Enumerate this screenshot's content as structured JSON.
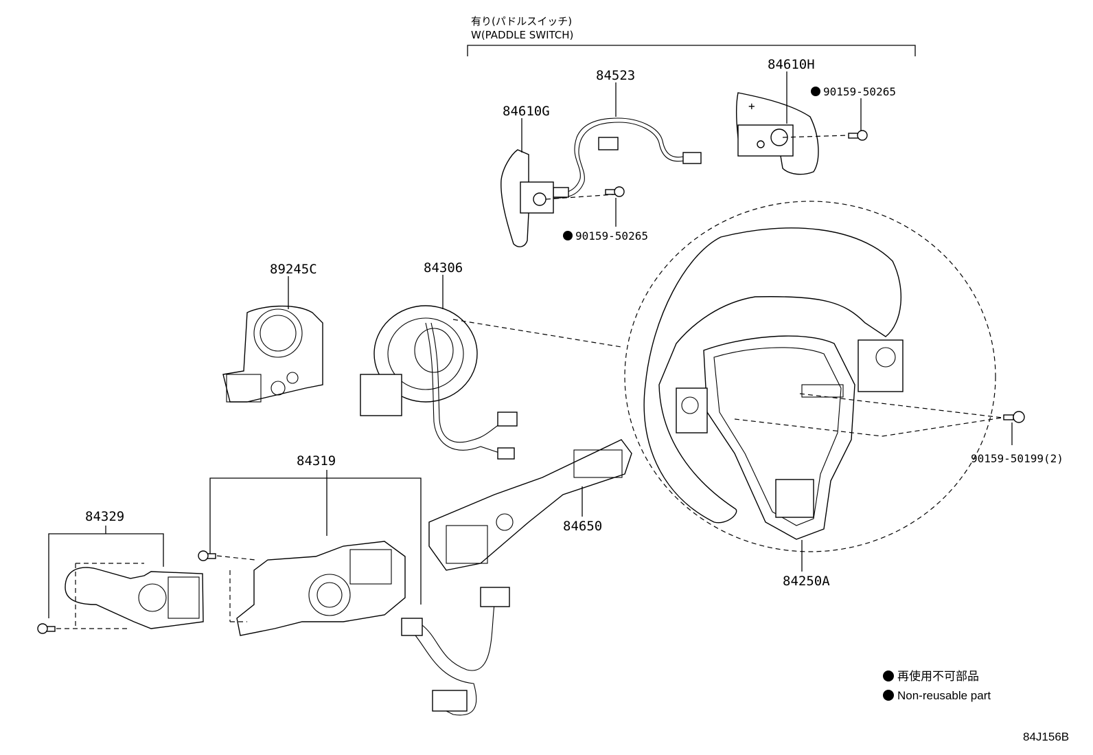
{
  "header": {
    "jp": "有り(パドルスイッチ)",
    "en": "W(PADDLE SWITCH)"
  },
  "parts": {
    "p84523": "84523",
    "p84610H": "84610H",
    "p84610G": "84610G",
    "bolt_h": "90159-50265",
    "bolt_g": "90159-50265",
    "p89245C": "89245C",
    "p84306": "84306",
    "p84319": "84319",
    "p84329": "84329",
    "p84650": "84650",
    "p84250A": "84250A",
    "bolt_wheel": "90159-50199(2)"
  },
  "legend": {
    "jp": "再使用不可部品",
    "en": "Non-reusable part"
  },
  "diagram_code": "84J156B"
}
